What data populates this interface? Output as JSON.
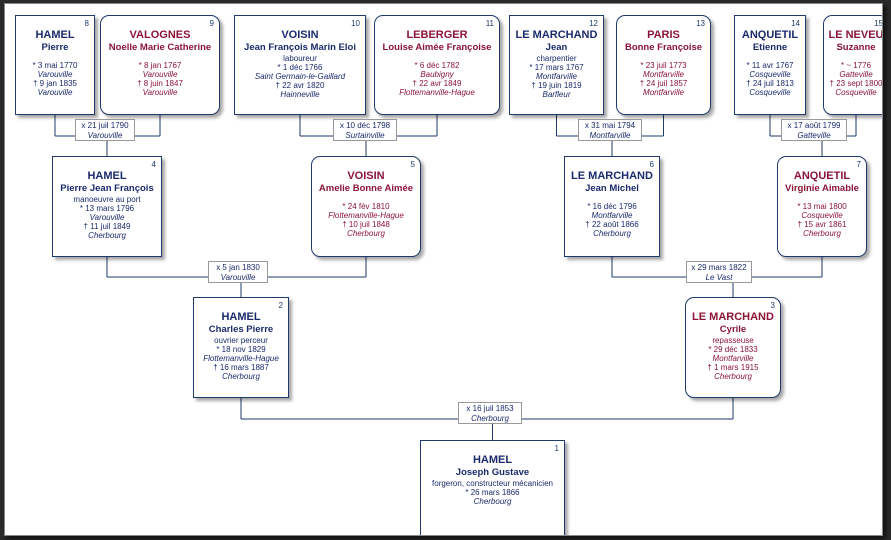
{
  "persons": {
    "p1": {
      "num": "1",
      "sex": "m",
      "surname": "HAMEL",
      "given": "Joseph Gustave",
      "occupation": "forgeron, constructeur mécanicien",
      "birth": "* 26 mars 1866",
      "birth_place": "Cherbourg"
    },
    "p2": {
      "num": "2",
      "sex": "m",
      "surname": "HAMEL",
      "given": "Charles Pierre",
      "occupation": "ouvrier perceur",
      "birth": "* 18 nov 1829",
      "birth_place": "Flottemanville-Hague",
      "death": "† 16 mars 1887",
      "death_place": "Cherbourg"
    },
    "p3": {
      "num": "3",
      "sex": "f",
      "surname": "LE MARCHAND",
      "given": "Cyrile",
      "occupation": "repasseuse",
      "birth": "* 29 déc 1833",
      "birth_place": "Montfarville",
      "death": "† 1 mars 1915",
      "death_place": "Cherbourg"
    },
    "p4": {
      "num": "4",
      "sex": "m",
      "surname": "HAMEL",
      "given": "Pierre Jean François",
      "occupation": "manoeuvre au port",
      "birth": "* 13 mars 1796",
      "birth_place": "Varouville",
      "death": "† 11 juil 1849",
      "death_place": "Cherbourg"
    },
    "p5": {
      "num": "5",
      "sex": "f",
      "surname": "VOISIN",
      "given": "Amelie Bonne Aimée",
      "birth": "* 24 fév 1810",
      "birth_place": "Flottemanville-Hague",
      "death": "† 10 juil 1848",
      "death_place": "Cherbourg"
    },
    "p6": {
      "num": "6",
      "sex": "m",
      "surname": "LE MARCHAND",
      "given": "Jean Michel",
      "birth": "* 16 déc 1796",
      "birth_place": "Montfarville",
      "death": "† 22 août 1866",
      "death_place": "Cherbourg"
    },
    "p7": {
      "num": "7",
      "sex": "f",
      "surname": "ANQUETIL",
      "given": "Virginie Aimable",
      "birth": "* 13 mai 1800",
      "birth_place": "Cosqueville",
      "death": "† 15 avr 1861",
      "death_place": "Cherbourg"
    },
    "p8": {
      "num": "8",
      "sex": "m",
      "surname": "HAMEL",
      "given": "Pierre",
      "birth": "* 3 mai 1770",
      "birth_place": "Varouville",
      "death": "† 9 jan 1835",
      "death_place": "Varouville"
    },
    "p9": {
      "num": "9",
      "sex": "f",
      "surname": "VALOGNES",
      "given": "Noelle Marie Catherine",
      "birth": "* 8 jan 1767",
      "birth_place": "Varouville",
      "death": "† 8 juin 1847",
      "death_place": "Varouville"
    },
    "p10": {
      "num": "10",
      "sex": "m",
      "surname": "VOISIN",
      "given": "Jean François Marin Eloi",
      "occupation": "laboureur",
      "birth": "* 1 déc 1766",
      "birth_place": "Saint Germain-le-Gaillard",
      "death": "† 22 avr 1820",
      "death_place": "Hainneville"
    },
    "p11": {
      "num": "11",
      "sex": "f",
      "surname": "LEBERGER",
      "given": "Louise Aimée Françoise",
      "birth": "* 6 déc 1782",
      "birth_place": "Baubigny",
      "death": "† 22 avr 1849",
      "death_place": "Flottemanville-Hague"
    },
    "p12": {
      "num": "12",
      "sex": "m",
      "surname": "LE MARCHAND",
      "given": "Jean",
      "occupation": "charpentier",
      "birth": "* 17 mars 1767",
      "birth_place": "Montfarville",
      "death": "† 19 juin 1819",
      "death_place": "Barfleur"
    },
    "p13": {
      "num": "13",
      "sex": "f",
      "surname": "PARIS",
      "given": "Bonne Françoise",
      "birth": "* 23 juil 1773",
      "birth_place": "Montfarville",
      "death": "† 24 juil 1857",
      "death_place": "Montfarville"
    },
    "p14": {
      "num": "14",
      "sex": "m",
      "surname": "ANQUETIL",
      "given": "Etienne",
      "birth": "* 11 avr 1767",
      "birth_place": "Cosqueville",
      "death": "† 24 juil 1813",
      "death_place": "Cosqueville"
    },
    "p15": {
      "num": "15",
      "sex": "f",
      "surname": "LE NEVEU",
      "given": "Suzanne",
      "birth": "* ~ 1776",
      "birth_place": "Gatteville",
      "death": "† 23 sept 1800",
      "death_place": "Cosqueville"
    }
  },
  "marriages": {
    "m8": {
      "date": "x 21 juil 1790",
      "place": "Varouville"
    },
    "m10": {
      "date": "x 10 déc 1798",
      "place": "Surtainville"
    },
    "m12": {
      "date": "x 31 mai 1794",
      "place": "Montfarville"
    },
    "m14": {
      "date": "x 17 août 1799",
      "place": "Gatteville"
    },
    "m4": {
      "date": "x 5 jan 1830",
      "place": "Varouville"
    },
    "m6": {
      "date": "x 29 mars 1822",
      "place": "Le Vast"
    },
    "m2": {
      "date": "x 16 juil 1853",
      "place": "Cherbourg"
    }
  },
  "colors": {
    "male": "#1a2a6c",
    "female": "#8b1438",
    "border": "#1f3a6b"
  }
}
